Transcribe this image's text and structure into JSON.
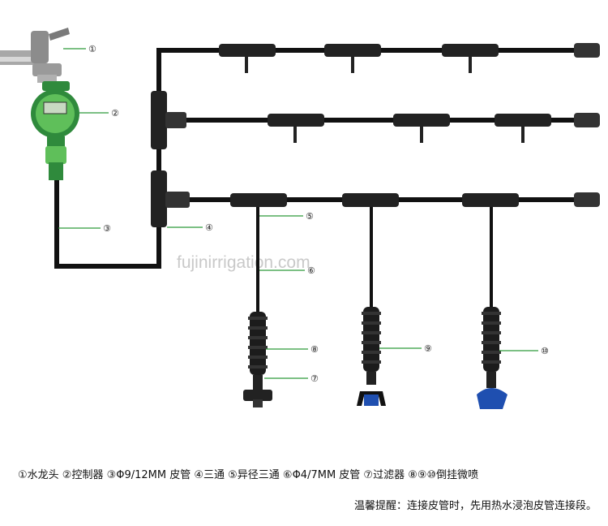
{
  "watermark": "fujinirrigation.com",
  "callouts": [
    "①",
    "②",
    "③",
    "④",
    "⑤",
    "⑥",
    "⑦",
    "⑧",
    "⑨",
    "⑩"
  ],
  "legend_text": "①水龙头 ②控制器 ③Φ9/12MM 皮管 ④三通 ⑤异径三通 ⑥Φ4/7MM 皮管 ⑦过滤器 ⑧⑨⑩倒挂微喷",
  "tip_text": "温馨提醒：连接皮管时，先用热水浸泡皮管连接段。",
  "colors": {
    "pipe": "#111111",
    "controller_green": "#2f8a3c",
    "controller_light": "#5fbf5a",
    "callout_line": "#2e9b3a",
    "nozzle_blue": "#1f4fb0",
    "faucet_silver": "#9a9a9a"
  }
}
